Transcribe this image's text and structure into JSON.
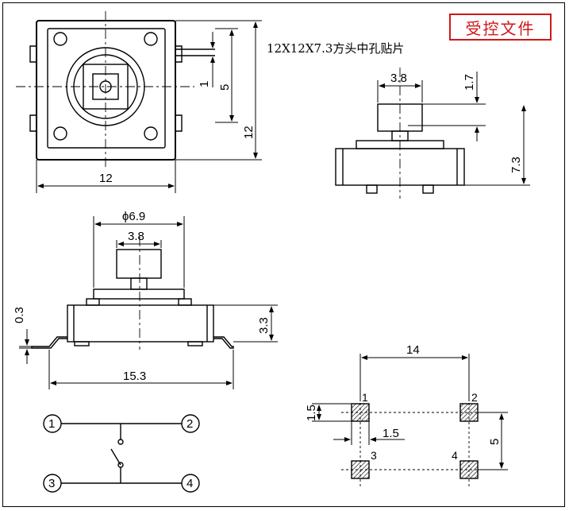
{
  "stamp": {
    "text": "受控文件",
    "color": "#d01818"
  },
  "title": "12X12X7.3方头中孔贴片",
  "top_view": {
    "width": "12",
    "height": "12",
    "dim_a": "1",
    "dim_b": "5"
  },
  "side_view": {
    "cap": "3.8",
    "height": "1.7",
    "total": "7.3"
  },
  "front_view": {
    "diameter": "ϕ6.9",
    "cap": "3.8",
    "lead": "0.3",
    "body": "3.3",
    "span": "15.3"
  },
  "pad_layout": {
    "pitch_x": "14",
    "pad": "1.5",
    "pad_w": "1.5",
    "pitch_y": "5",
    "pins": [
      "1",
      "2",
      "3",
      "4"
    ]
  },
  "schematic": {
    "terminals": [
      "1",
      "2",
      "3",
      "4"
    ]
  }
}
